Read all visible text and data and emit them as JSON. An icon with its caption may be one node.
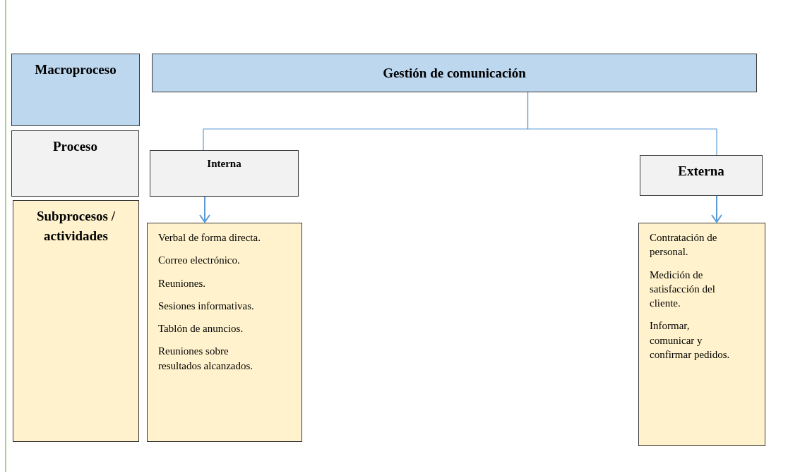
{
  "diagram": {
    "nodes": [
      {
        "text": [
          "Macroproceso"
        ]
      },
      {
        "text": [
          "Gestión de comunicación"
        ]
      },
      {
        "text": [
          "Proceso"
        ]
      },
      {
        "text": [
          "Interna"
        ]
      },
      {
        "text": [
          "Externa"
        ]
      },
      {
        "text": [
          "Subprocesos / actividades"
        ]
      },
      {
        "text": [
          "Verbal de forma directa.",
          "Correo electrónico.",
          "Reuniones.",
          "Sesiones informativas.",
          "Tablón de anuncios.",
          "Reuniones sobre resultados alcanzados."
        ]
      },
      {
        "text": [
          "Contratación de personal.",
          "Medición de satisfacción del cliente.",
          "Informar, comunicar y confirmar pedidos."
        ]
      }
    ],
    "edges": [
      {
        "from": 1,
        "to": 3,
        "arrow": "none"
      },
      {
        "from": 1,
        "to": 4,
        "arrow": "none"
      },
      {
        "from": 3,
        "to": 6,
        "arrow": "to"
      },
      {
        "from": 4,
        "to": 7,
        "arrow": "to"
      }
    ]
  }
}
